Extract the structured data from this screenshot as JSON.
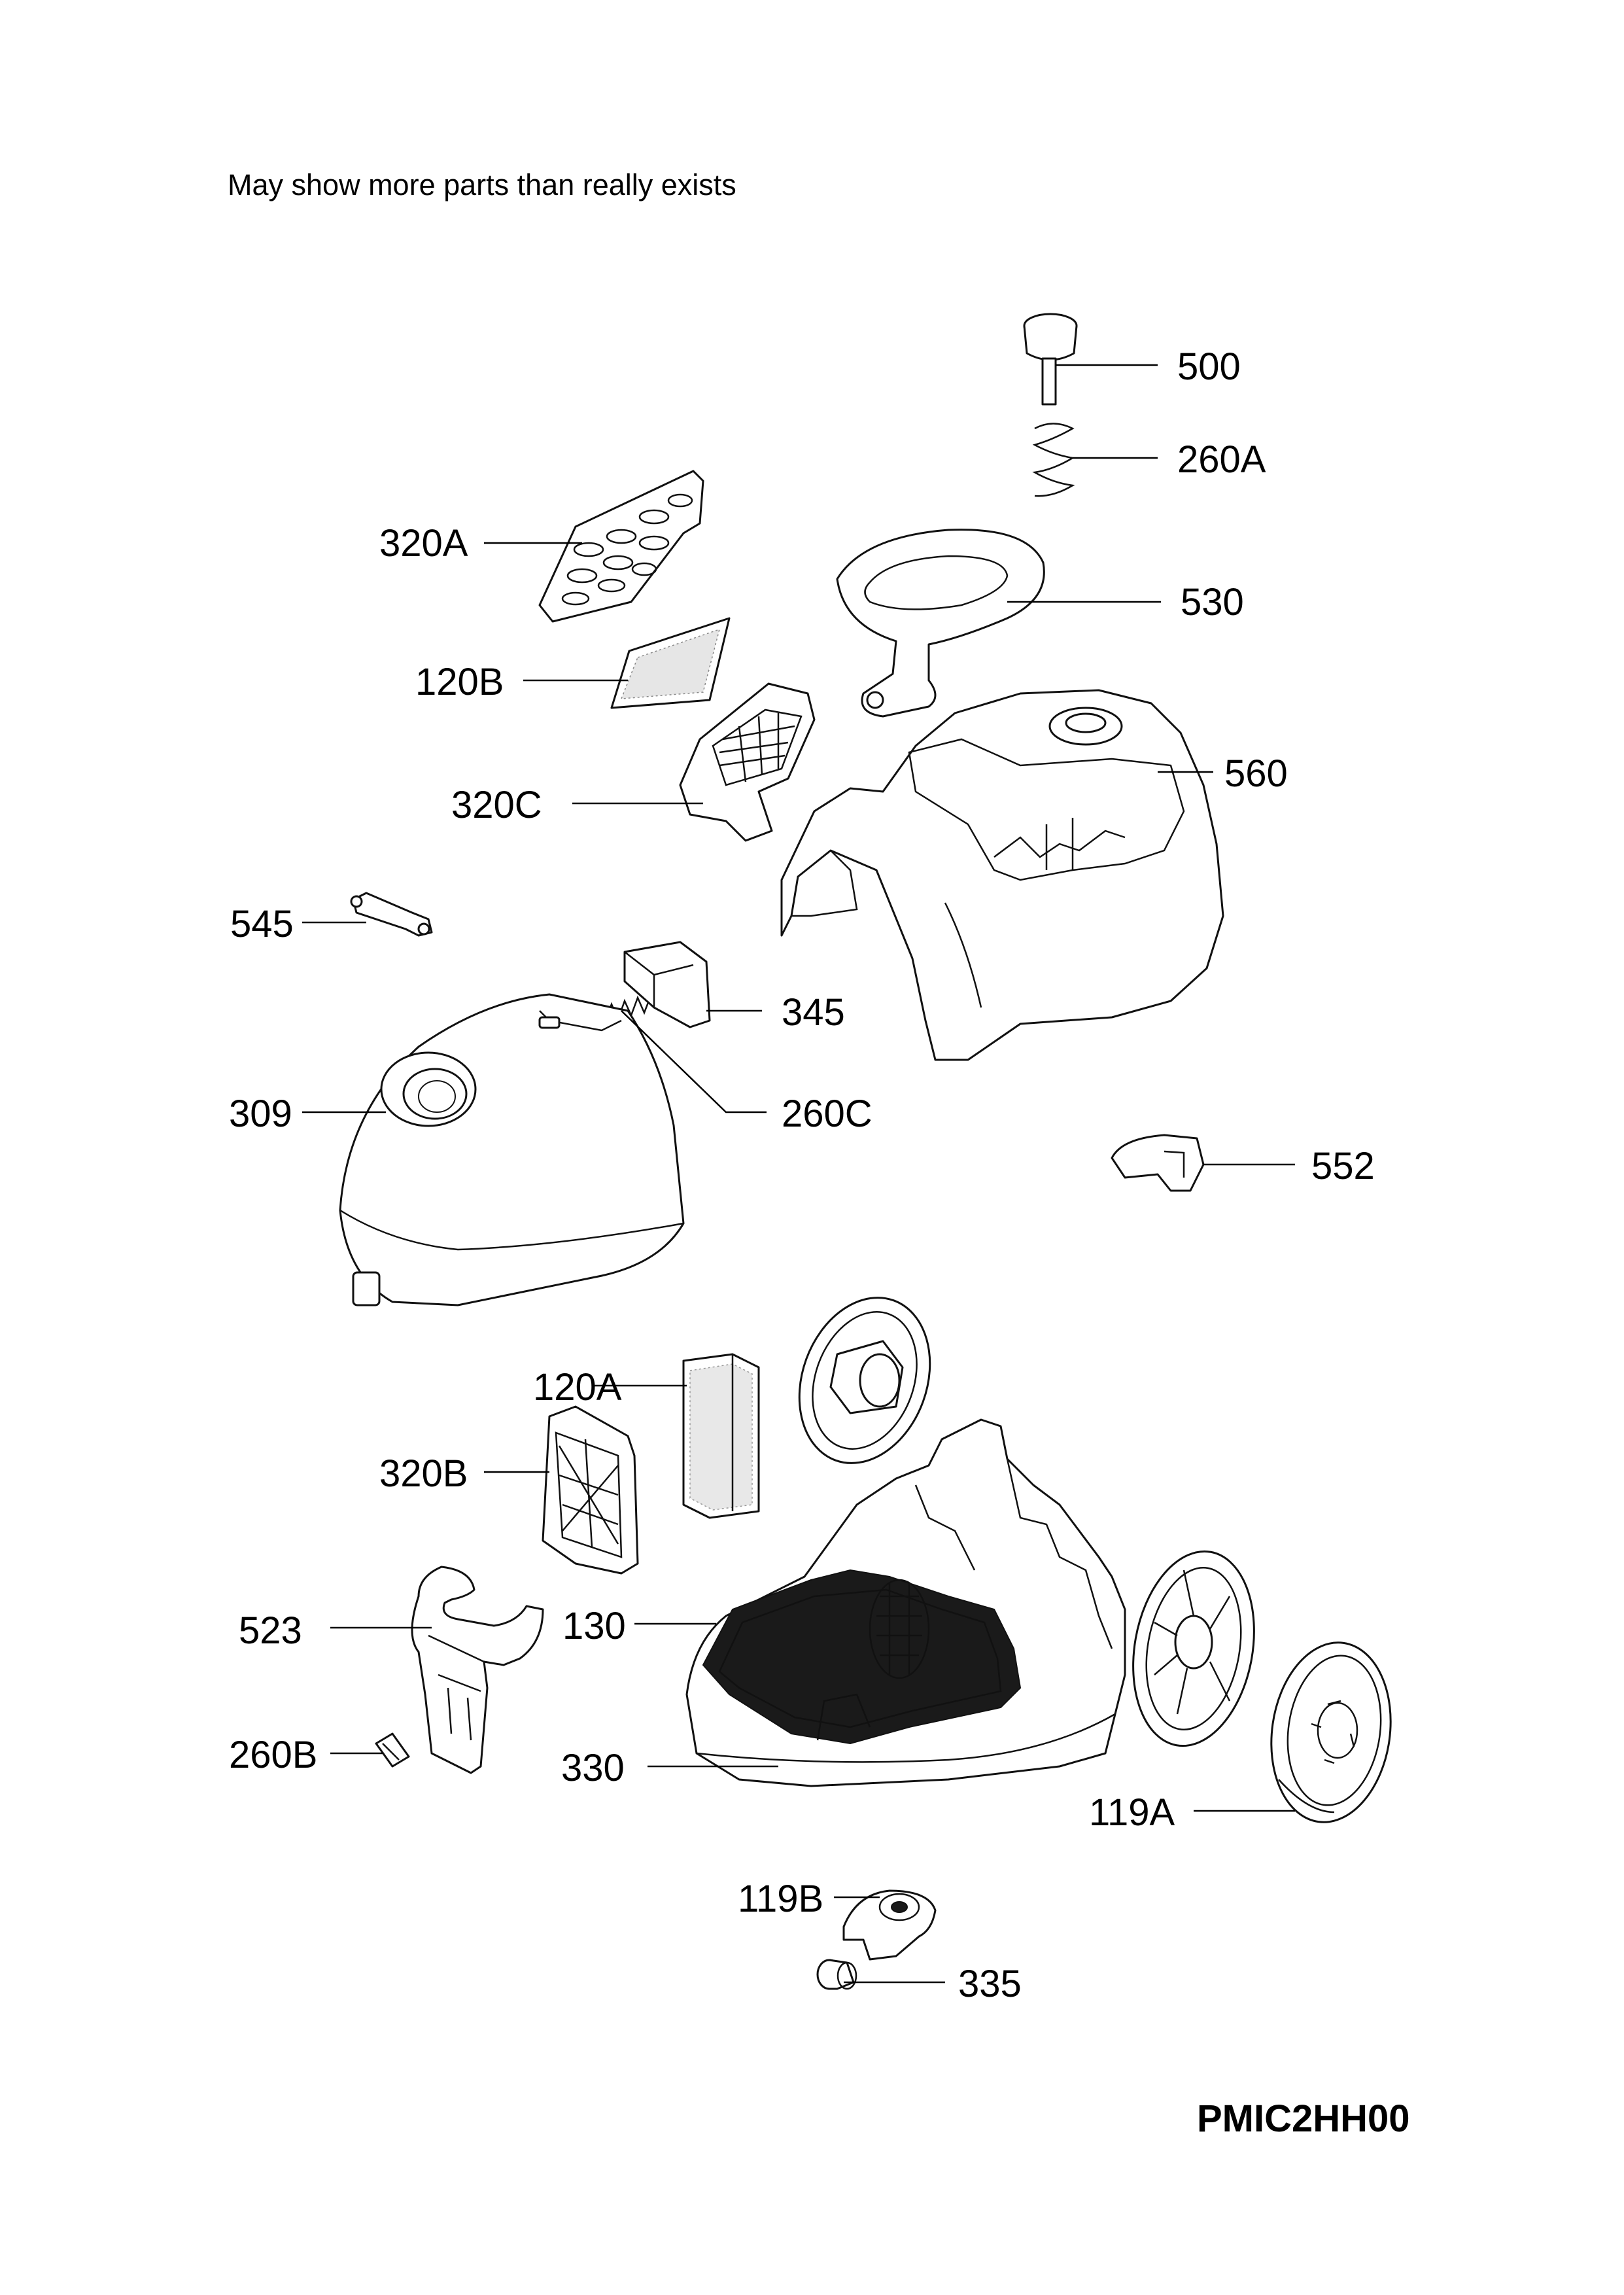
{
  "note": "May show more parts than really exists",
  "diagram_code": "PMIC2HH00",
  "parts": {
    "p500": "500",
    "p260A": "260A",
    "p320A": "320A",
    "p530": "530",
    "p120B": "120B",
    "p320C": "320C",
    "p560": "560",
    "p545": "545",
    "p345": "345",
    "p309": "309",
    "p260C": "260C",
    "p552": "552",
    "p120A": "120A",
    "p320B": "320B",
    "p523": "523",
    "p130": "130",
    "p260B": "260B",
    "p330": "330",
    "p119A": "119A",
    "p119B": "119B",
    "p335": "335"
  }
}
